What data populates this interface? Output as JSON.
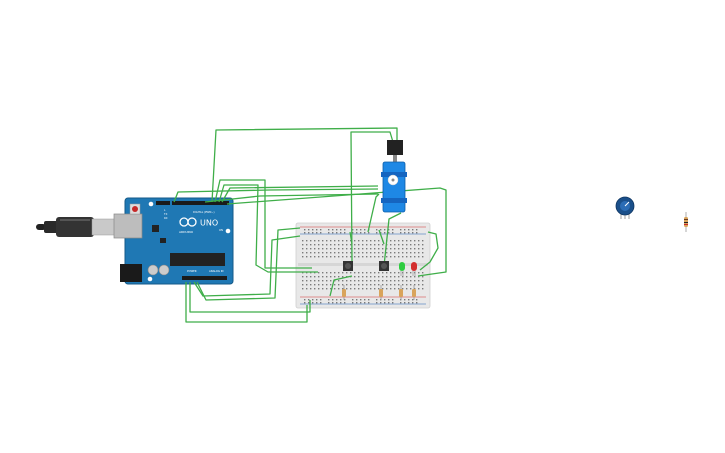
{
  "board": {
    "logo_text": "UNO",
    "brand_text": "ARDUINO",
    "digital_label": "DIGITAL (PWM~)",
    "power_label": "POWER",
    "analog_label": "ANALOG IN",
    "tx_label": "TX",
    "rx_label": "RX",
    "l_label": "L",
    "on_label": "ON"
  },
  "colors": {
    "wire": "#3fae49",
    "board": "#1f78b4",
    "breadboard": "#e8e8e8",
    "servo": "#1e88e5",
    "led_green": "#2ecc40",
    "led_red": "#d32f2f"
  }
}
